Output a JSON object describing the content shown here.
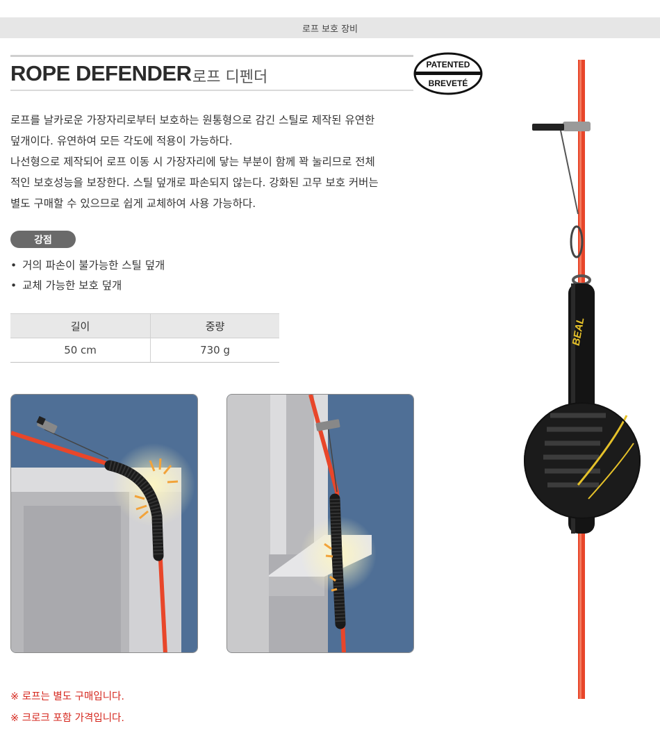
{
  "category": "로프 보호 장비",
  "product": {
    "title_en": "ROPE DEFENDER",
    "title_ko": "로프 디펜더"
  },
  "badge": {
    "top": "PATENTED",
    "bottom": "BREVETÉ"
  },
  "description": [
    "로프를 날카로운 가장자리로부터 보호하는 원통형으로 감긴 스틸로 제작된 유연한",
    "덮개이다. 유연하여 모든 각도에 적용이 가능하다.",
    "나선형으로 제작되어 로프 이동 시 가장자리에 닿는 부분이 함께 꽉 눌리므로 전체",
    "적인 보호성능을 보장한다. 스틸 덮개로 파손되지 않는다. 강화된 고무 보호 커버는",
    "별도 구매할 수 있으므로 쉽게 교체하여 사용 가능하다."
  ],
  "strengths": {
    "label": "강점",
    "items": [
      "거의 파손이 불가능한 스틸 덮개",
      "교체 가능한 보호 덮개"
    ]
  },
  "specs": {
    "headers": [
      "길이",
      "중량"
    ],
    "values": [
      "50 cm",
      "730 g"
    ]
  },
  "notes": [
    "※ 로프는 별도 구매입니다.",
    "※ 크로크 포함 가격입니다."
  ],
  "colors": {
    "rope": "#e8462a",
    "wall_blue": "#4f6f96",
    "note_red": "#d5261c",
    "pill_gray": "#6a6a6a"
  },
  "icons": [
    "rope-defender-photo",
    "patent-badge",
    "spark-icon"
  ]
}
